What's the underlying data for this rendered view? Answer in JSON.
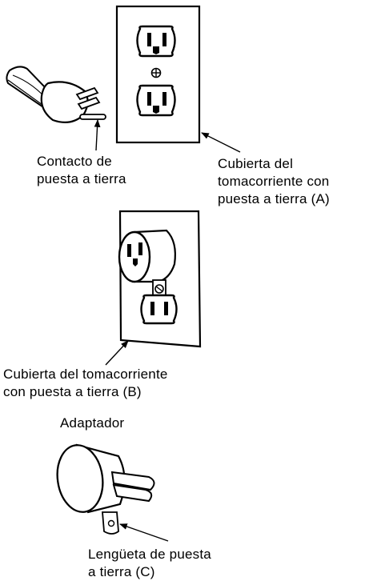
{
  "labels": {
    "ground_contact": [
      "Contacto de",
      "puesta a tierra"
    ],
    "outlet_cover_a": [
      "Cubierta del",
      "tomacorriente con",
      "puesta a tierra (A)"
    ],
    "outlet_cover_b": [
      "Cubierta del tomacorriente",
      "con puesta a tierra (B)"
    ],
    "adapter": "Adaptador",
    "ground_tab": [
      "Lengüeta de puesta",
      "a tierra (C)"
    ]
  }
}
